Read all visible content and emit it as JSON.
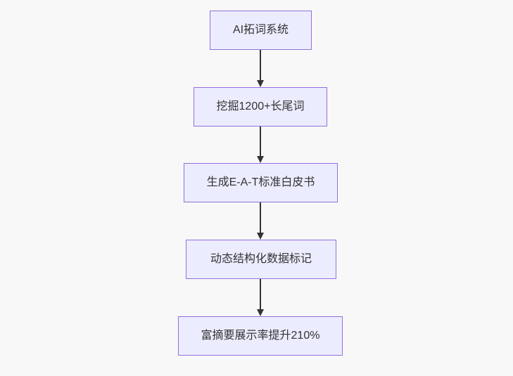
{
  "diagram": {
    "type": "flowchart",
    "direction": "top-down",
    "nodes": [
      {
        "id": "step-1",
        "label": "AI拓词系统"
      },
      {
        "id": "step-2",
        "label": "挖掘1200+长尾词"
      },
      {
        "id": "step-3",
        "label": "生成E-A-T标准白皮书"
      },
      {
        "id": "step-4",
        "label": "动态结构化数据标记"
      },
      {
        "id": "step-5",
        "label": "富摘要展示率提升210%"
      }
    ],
    "edges": [
      {
        "from": "step-1",
        "to": "step-2"
      },
      {
        "from": "step-2",
        "to": "step-3"
      },
      {
        "from": "step-3",
        "to": "step-4"
      },
      {
        "from": "step-4",
        "to": "step-5"
      }
    ],
    "colors": {
      "node_fill": "#ECECFF",
      "node_border": "#9370DB",
      "node_text": "#333333",
      "edge": "#333333",
      "background": "#F8F8F8"
    }
  }
}
